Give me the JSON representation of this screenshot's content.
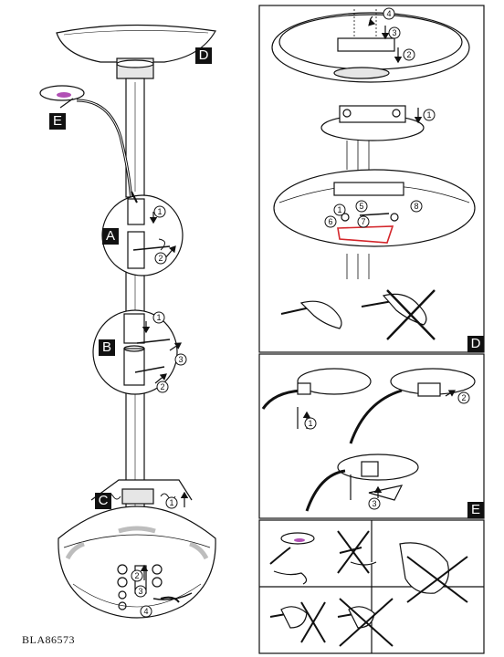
{
  "document_code": "BLA86573",
  "step_labels": {
    "A": "A",
    "B": "B",
    "C": "C",
    "D_main": "D",
    "E_main": "E",
    "D_panel": "D",
    "E_panel": "E"
  },
  "callouts": {
    "A_1": "1",
    "A_2": "2",
    "B_1": "1",
    "B_2": "2",
    "B_3": "3",
    "C_1": "1",
    "C_2": "2",
    "C_3": "3",
    "C_4": "4",
    "D_1": "1",
    "D_1b": "1",
    "D_2": "2",
    "D_3": "3",
    "D_4": "4",
    "D_5": "5",
    "D_6": "6",
    "D_7": "7",
    "D_8": "8",
    "E_1": "1",
    "E_2": "2",
    "E_3": "3"
  },
  "colors": {
    "line": "#111111",
    "panel_border": "#111111",
    "label_bg": "#111111",
    "label_text": "#ffffff",
    "highlight_red": "#d4262b",
    "shade": "#bdbdbd",
    "reading_lamp_glow": "#b14fb5"
  }
}
